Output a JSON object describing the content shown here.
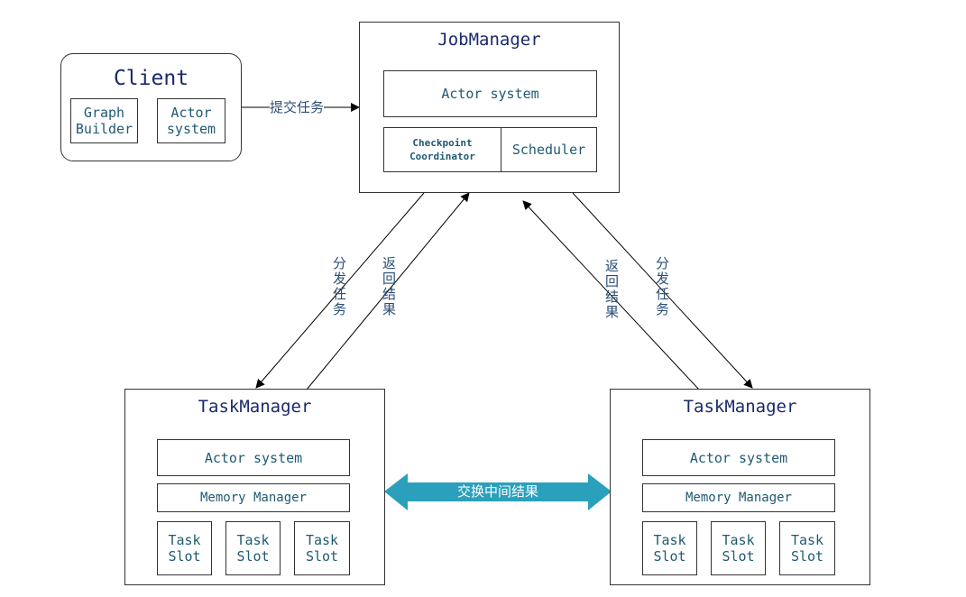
{
  "client": {
    "title": "Client",
    "graph_builder": "Graph\nBuilder",
    "actor_system": "Actor\nsystem"
  },
  "submit_label": "提交任务",
  "jobmanager": {
    "title": "JobManager",
    "actor_system": "Actor system",
    "checkpoint": "Checkpoint\nCoordinator",
    "scheduler": "Scheduler"
  },
  "left_dispatch_label": "分发任务",
  "left_return_label": "返回结果",
  "right_return_label": "返回结果",
  "right_dispatch_label": "分发任务",
  "taskmanager_left": {
    "title": "TaskManager",
    "actor_system": "Actor system",
    "memory_manager": "Memory Manager",
    "slots": [
      "Task\nSlot",
      "Task\nSlot",
      "Task\nSlot"
    ]
  },
  "taskmanager_right": {
    "title": "TaskManager",
    "actor_system": "Actor system",
    "memory_manager": "Memory Manager",
    "slots": [
      "Task\nSlot",
      "Task\nSlot",
      "Task\nSlot"
    ]
  },
  "exchange_label": "交换中间结果",
  "colors": {
    "exchange_arrow": "#2aa0bc",
    "title": "#1a2a6c",
    "inner_text": "#1f5a73"
  }
}
